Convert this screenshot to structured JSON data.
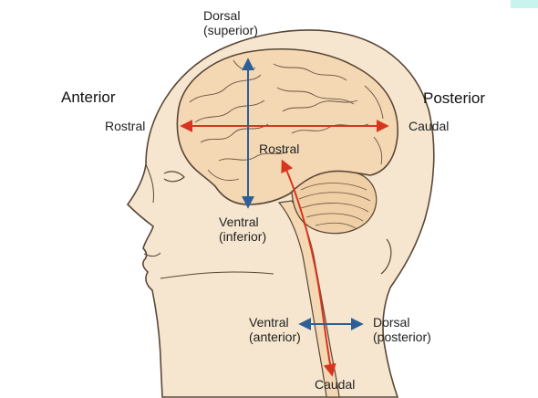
{
  "labels": {
    "anterior": "Anterior",
    "posterior": "Posterior",
    "dorsal_top": "Dorsal",
    "dorsal_top_sub": "(superior)",
    "ventral_mid": "Ventral",
    "ventral_mid_sub": "(inferior)",
    "rostral_left": "Rostral",
    "caudal_right": "Caudal",
    "rostral_inner": "Rostral",
    "ventral_bottom": "Ventral",
    "ventral_bottom_sub": "(anterior)",
    "dorsal_bottom": "Dorsal",
    "dorsal_bottom_sub": "(posterior)",
    "caudal_bottom": "Caudal"
  },
  "colors": {
    "skin": "#f6e6cf",
    "brain": "#f4d8b4",
    "outline": "#5a4636",
    "red_arrow": "#d8351f",
    "blue_arrow": "#2d5f97"
  }
}
